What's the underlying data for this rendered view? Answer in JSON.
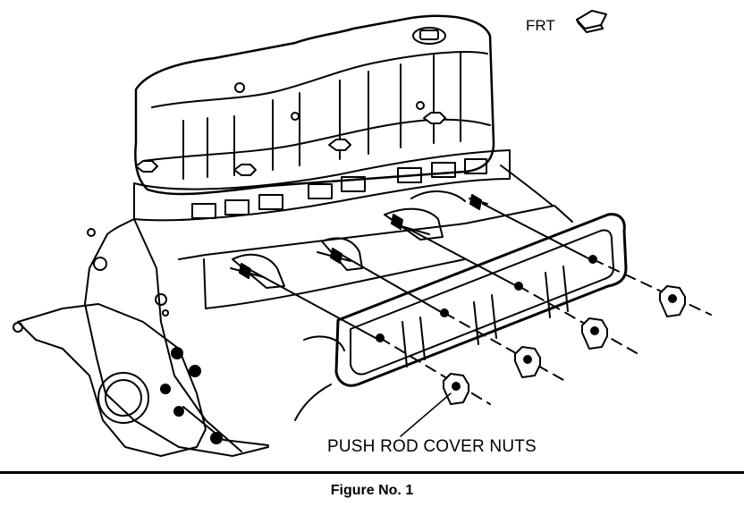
{
  "figure": {
    "direction_label": "FRT",
    "callout_label": "PUSH ROD COVER NUTS",
    "caption": "Figure No. 1"
  },
  "parts": {
    "nut_count": 4
  }
}
